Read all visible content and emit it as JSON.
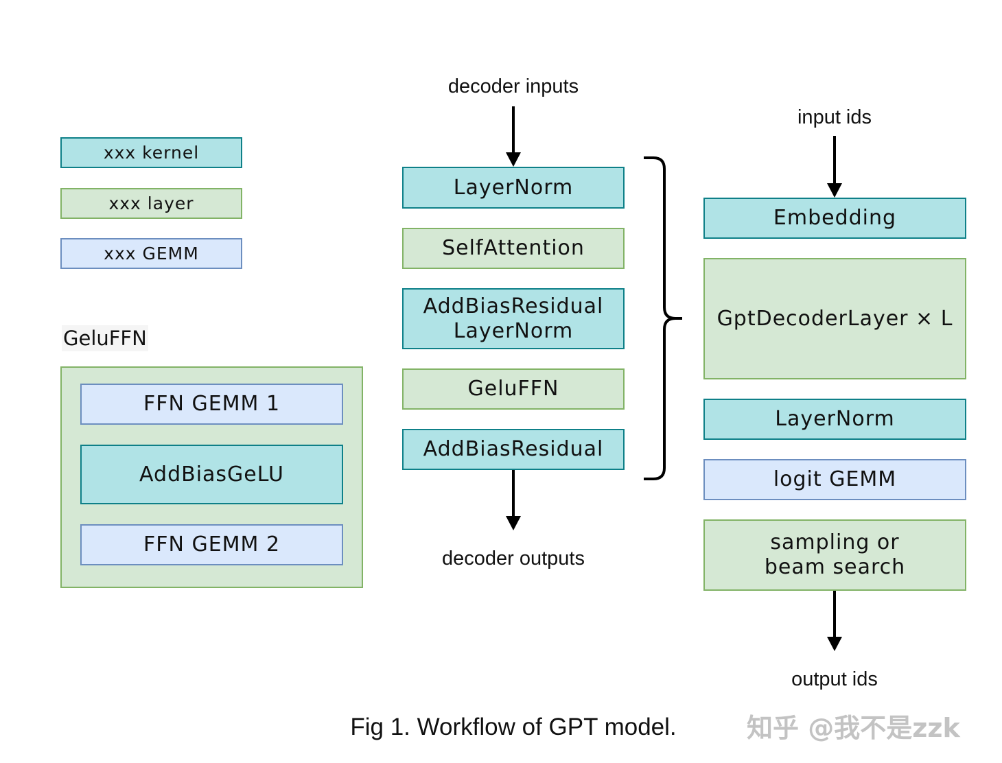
{
  "legend": {
    "kernel": "xxx kernel",
    "layer": "xxx layer",
    "gemm": "xxx GEMM"
  },
  "gelu_ffn": {
    "title": "GeluFFN",
    "gemm1": "FFN GEMM 1",
    "addbias": "AddBiasGeLU",
    "gemm2": "FFN GEMM 2"
  },
  "decoder": {
    "input_label": "decoder inputs",
    "layernorm": "LayerNorm",
    "self_attention": "SelfAttention",
    "addbias_residual_layernorm": "AddBiasResidual\nLayerNorm",
    "geluffn": "GeluFFN",
    "addbias_residual": "AddBiasResidual",
    "output_label": "decoder outputs"
  },
  "gpt": {
    "input_label": "input ids",
    "embedding": "Embedding",
    "decoder_layer": "GptDecoderLayer × L",
    "layernorm": "LayerNorm",
    "logit_gemm": "logit GEMM",
    "sampling": "sampling or\nbeam search",
    "output_label": "output ids"
  },
  "caption": "Fig 1. Workflow of GPT model.",
  "watermark": "知乎 @我不是zzk",
  "colors": {
    "kernel_fill": "#b0e3e6",
    "kernel_stroke": "#0e8088",
    "layer_fill": "#d5e8d4",
    "layer_stroke": "#82b366",
    "gemm_fill": "#dae8fc",
    "gemm_stroke": "#6c8ebf"
  }
}
